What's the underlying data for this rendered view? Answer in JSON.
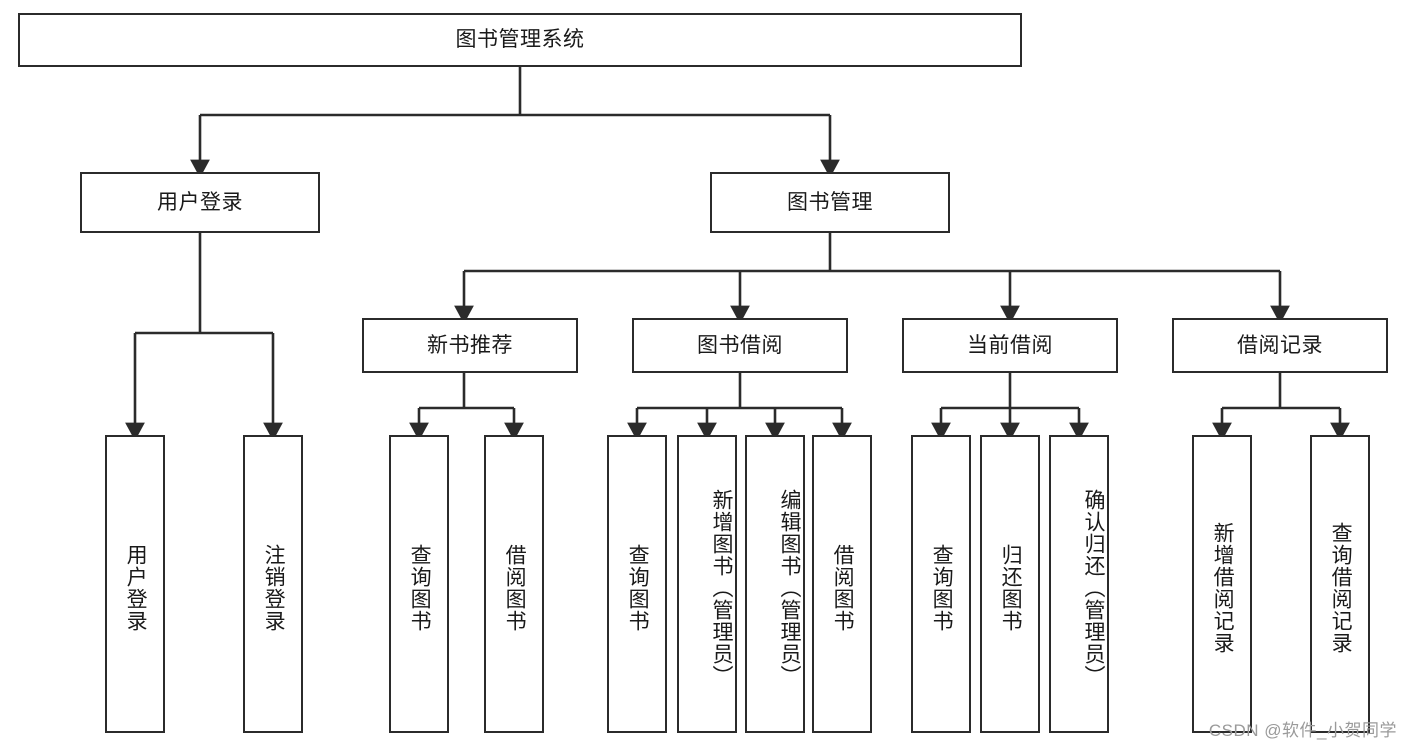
{
  "diagram": {
    "title": "图书管理系统",
    "type": "tree-hierarchy-flowchart",
    "colors": {
      "box_border": "#2b2b2b",
      "box_fill": "#ffffff",
      "edge": "#2b2b2b",
      "text": "#1a1a1a",
      "watermark": "#9a9a9a",
      "background": "#ffffff"
    },
    "root": {
      "label": "图书管理系统"
    },
    "level2": [
      {
        "label": "用户登录"
      },
      {
        "label": "图书管理"
      }
    ],
    "level3": [
      {
        "label": "新书推荐"
      },
      {
        "label": "图书借阅"
      },
      {
        "label": "当前借阅"
      },
      {
        "label": "借阅记录"
      }
    ],
    "leaves": {
      "user_login": [
        {
          "label": "用户登录"
        },
        {
          "label": "注销登录"
        }
      ],
      "new_book_recommend": [
        {
          "label": "查询图书"
        },
        {
          "label": "借阅图书"
        }
      ],
      "book_borrow": [
        {
          "label": "查询图书"
        },
        {
          "label": "新增图书（管理员）"
        },
        {
          "label": "编辑图书（管理员）"
        },
        {
          "label": "借阅图书"
        }
      ],
      "current_borrow": [
        {
          "label": "查询图书"
        },
        {
          "label": "归还图书"
        },
        {
          "label": "确认归还（管理员）"
        }
      ],
      "borrow_record": [
        {
          "label": "新增借阅记录"
        },
        {
          "label": "查询借阅记录"
        }
      ]
    }
  },
  "watermark": {
    "text": "CSDN @软件_小贺同学"
  }
}
